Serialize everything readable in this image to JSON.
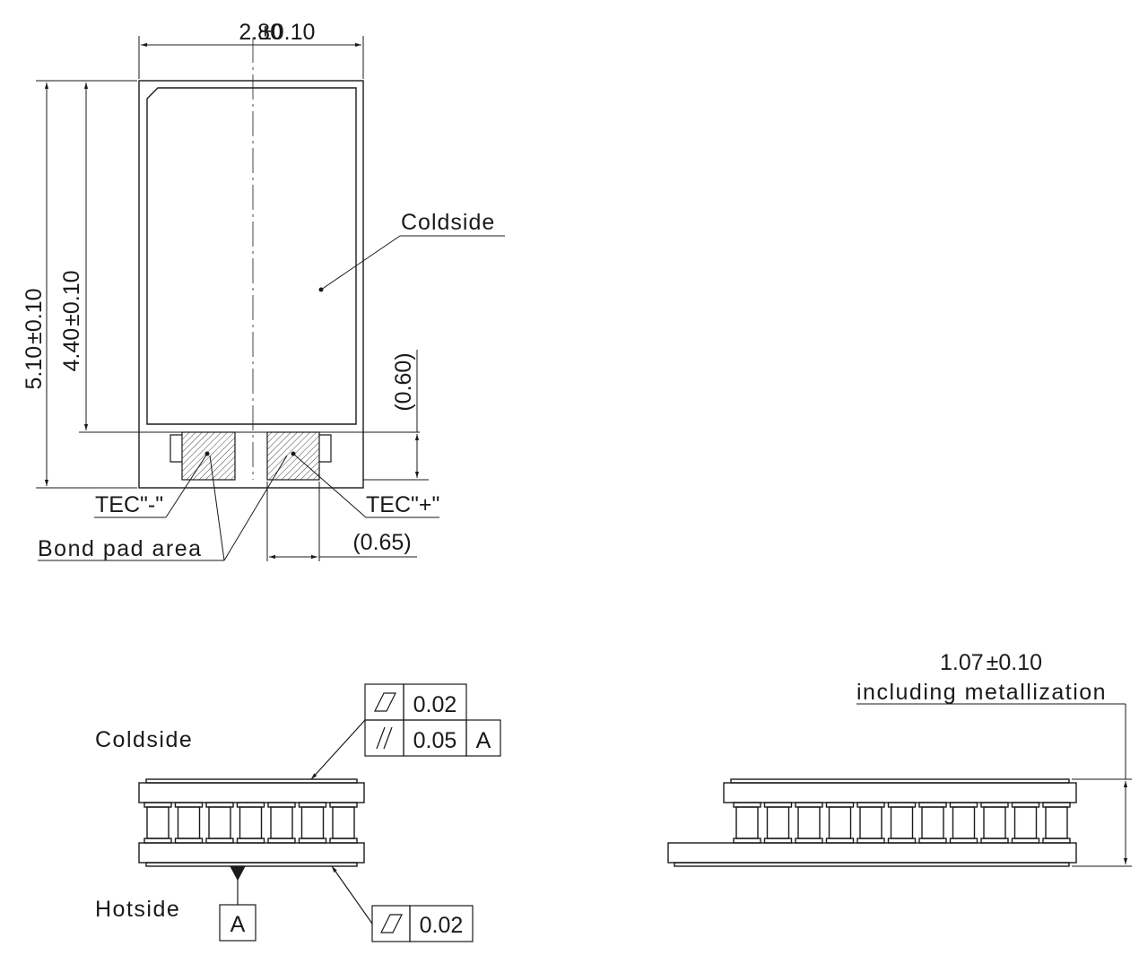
{
  "top_view": {
    "width_dim": "2.80",
    "width_tol": "±0.10",
    "height_dim": "5.10",
    "height_tol": "±0.10",
    "inner_height_dim": "4.40",
    "inner_height_tol": "±0.10",
    "pad_height_dim": "(0.60)",
    "pad_width_dim": "(0.65)",
    "coldside_label": "Coldside",
    "tec_minus_label": "TEC\"-\"",
    "tec_plus_label": "TEC\"+\"",
    "bond_pad_label": "Bond pad area"
  },
  "side_view_left": {
    "coldside_label": "Coldside",
    "hotside_label": "Hotside",
    "fcf_top_row1_value": "0.02",
    "fcf_top_row2_value": "0.05",
    "fcf_top_row2_datum": "A",
    "datum_label": "A",
    "fcf_bottom_value": "0.02",
    "pellet_count": 7
  },
  "side_view_right": {
    "height_dim": "1.07",
    "height_tol": "±0.10",
    "height_note": "including metallization",
    "pellet_count": 11
  },
  "colors": {
    "line": "#1a1a1a",
    "hatch": "#333333",
    "background": "#ffffff"
  }
}
